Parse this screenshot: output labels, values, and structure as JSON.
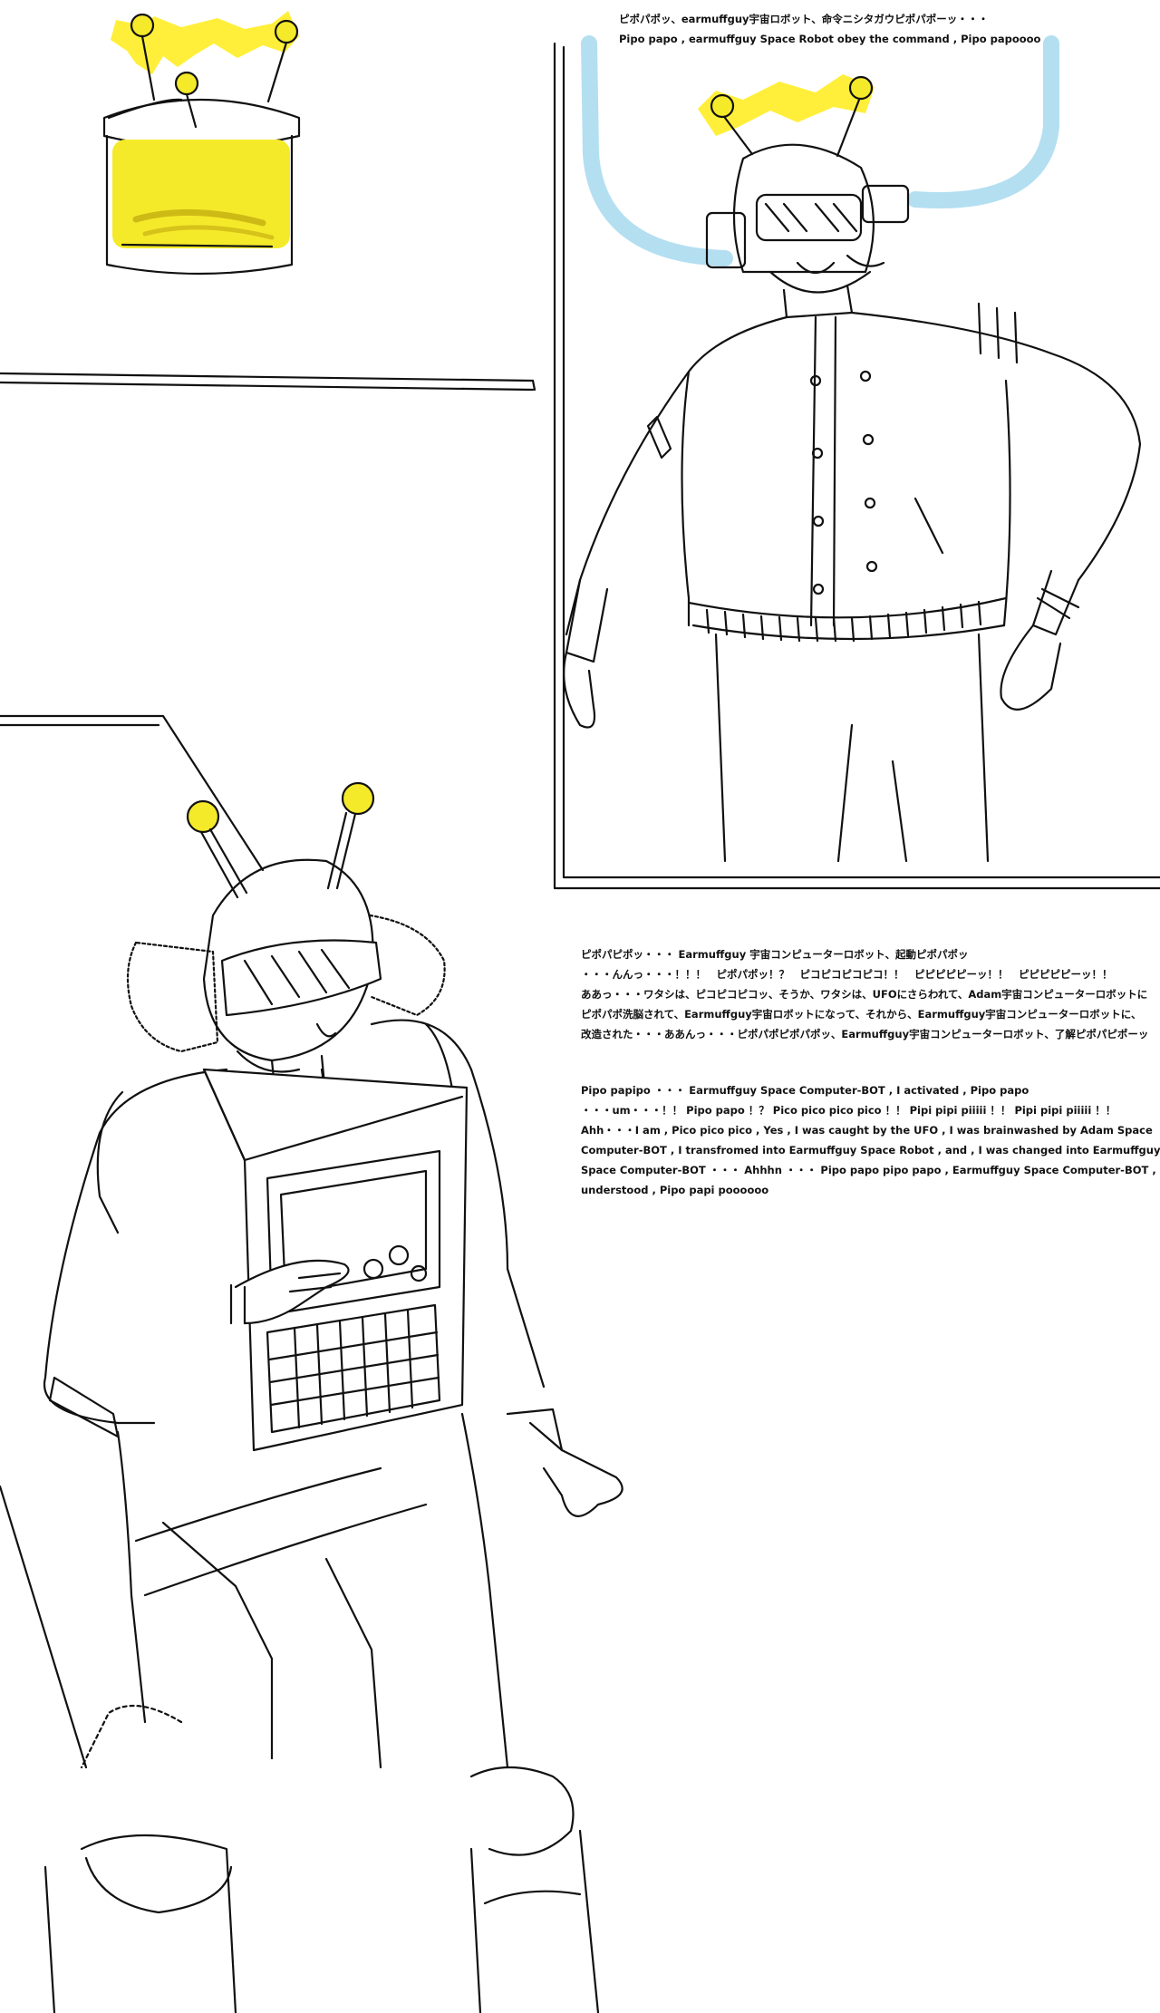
{
  "palette": {
    "ink": "#111111",
    "highlight": "#f5ea2a",
    "lightning": "#ffef3a",
    "beam": "#a6d9ef",
    "paper": "#ffffff"
  },
  "caption_top": {
    "jp": "ピポパポッ、earmuffguy宇宙ロボット、命令ニシタガウピポパポーッ・・・",
    "en": "Pipo papo , earmuffguy Space Robot obey the command , Pipo papoooo"
  },
  "caption_mid_jp": [
    "ピポパピポッ・・・ Earmuffguy 宇宙コンピューターロボット、起動ピポパポッ",
    "・・・んんっ・・・！！！　ピポパポッ！？　ピコピコピコピコ！！　ピピピピピーッ！！　ピピピピピーッ！！",
    "ああっ・・・ワタシは、ピコピコピコッ、そうか、ワタシは、UFOにさらわれて、Adam宇宙コンピューターロボットに",
    "ピポパポ洗脳されて、Earmuffguy宇宙ロボットになって、それから、Earmuffguy宇宙コンピューターロボットに、",
    "改造された・・・ああんっ・・・ピポパポピポパポッ、Earmuffguy宇宙コンピューターロボット、了解ピポパピポーッ"
  ],
  "caption_mid_en": [
    "Pipo papipo ・・・ Earmuffguy Space Computer-BOT , I activated , Pipo papo",
    "・・・um・・・！！ Pipo papo ！？ Pico pico pico pico ！！ Pipi pipi piiiii ！！ Pipi pipi piiiii ！！",
    "Ahh・・・I am , Pico pico pico , Yes , I was caught by the UFO , I was brainwashed by Adam Space",
    "Computer-BOT ,  I transfromed into Earmuffguy Space Robot , and , I was changed into Earmuffguy",
    "Space Computer-BOT ・・・ Ahhhn ・・・ Pipo papo pipo papo , Earmuffguy Space Computer-BOT , I",
    "understood , Pipo papi poooooo"
  ]
}
